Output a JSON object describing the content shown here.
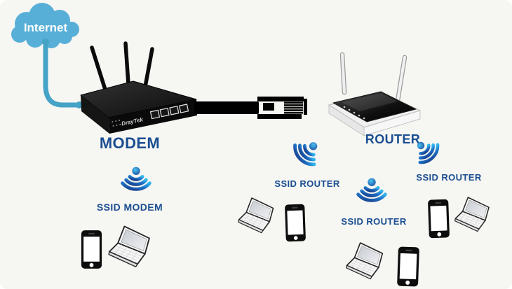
{
  "title": "Modem and router Wi-Fi network diagram",
  "colors": {
    "background": "#f6f6f3",
    "label_text": "#1a4e91",
    "cloud": "#57afd8",
    "internet_cable": "#45a3c6",
    "ethernet_cable": "#000000",
    "wifi_gradient_dark": "#183a87",
    "wifi_gradient_bright": "#33b7ee"
  },
  "internet": {
    "label": "Internet"
  },
  "modem": {
    "label": "MODEM",
    "brand": "DrayTek",
    "antenna_count": 3
  },
  "router": {
    "label": "ROUTER",
    "antenna_count": 2
  },
  "ethernet_link": {
    "from": "modem",
    "to": "router",
    "type": "ethernet-cable"
  },
  "wifi_networks": [
    {
      "label": "SSID MODEM",
      "source": "modem",
      "devices": [
        "smartphone",
        "laptop"
      ]
    },
    {
      "label": "SSID ROUTER",
      "source": "router",
      "devices": [
        "laptop",
        "smartphone"
      ]
    },
    {
      "label": "SSID ROUTER",
      "source": "router",
      "devices": [
        "laptop",
        "smartphone"
      ]
    },
    {
      "label": "SSID ROUTER",
      "source": "router",
      "devices": [
        "smartphone",
        "laptop"
      ]
    }
  ]
}
